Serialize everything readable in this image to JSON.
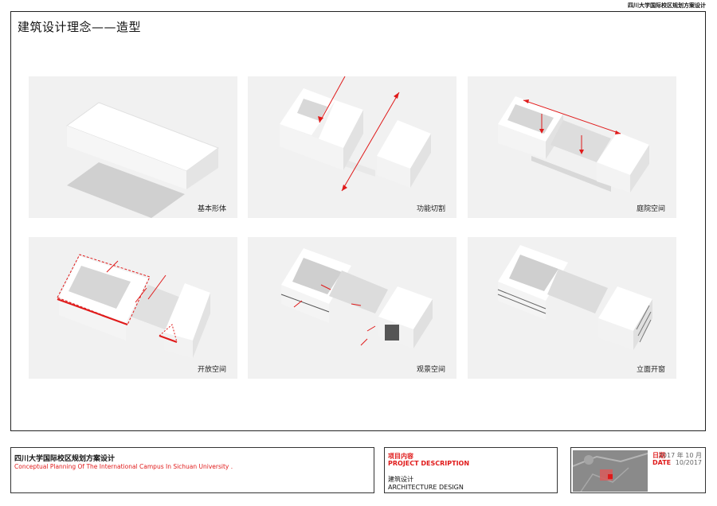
{
  "header": {
    "right_title": "四川大学国际校区规划方案设计"
  },
  "sheet": {
    "title": "建筑设计理念——造型"
  },
  "panels": [
    {
      "caption": "基本形体",
      "icon": "base-massing-diagram"
    },
    {
      "caption": "功能切割",
      "icon": "function-cut-diagram"
    },
    {
      "caption": "庭院空间",
      "icon": "courtyard-space-diagram"
    },
    {
      "caption": "开放空间",
      "icon": "open-space-diagram"
    },
    {
      "caption": "观景空间",
      "icon": "view-space-diagram"
    },
    {
      "caption": "立面开窗",
      "icon": "facade-window-diagram"
    }
  ],
  "footer": {
    "project_cn": "四川大学国际校区规划方案设计",
    "project_en": "Conceptual Planning Of The International Campus In Sichuan University .",
    "desc_label_cn": "项目内容",
    "desc_label_en": "PROJECT DESCRIPTION",
    "desc_cn": "建筑设计",
    "desc_en": "ARCHITECTURE DESIGN",
    "date_label_cn": "日期",
    "date_label_en": "DATE",
    "date_cn": "2017 年 10 月",
    "date_en": "10/2017"
  },
  "colors": {
    "accent": "#e01a1a",
    "frame": "#222222",
    "panel_bg": "#f1f1f1"
  }
}
